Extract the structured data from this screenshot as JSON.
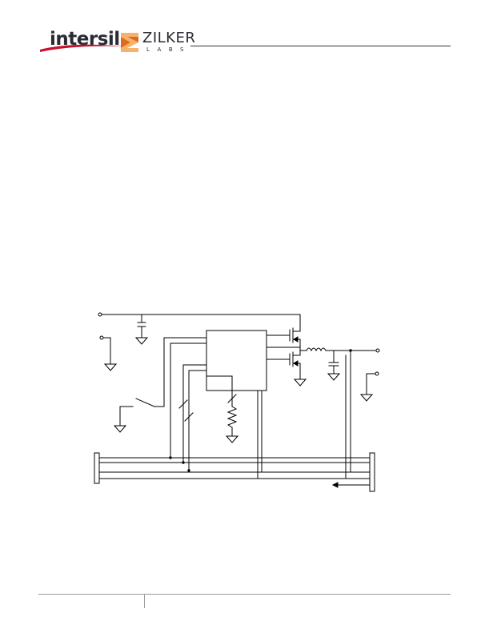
{
  "header": {
    "brand_primary": "intersil",
    "brand_secondary": "ZILKER",
    "brand_secondary_sub": "LABS",
    "colors": {
      "intersil_text": "#2b2b33",
      "intersil_swoosh": "#c8102e",
      "zilker_mark_light": "#f6b26b",
      "zilker_mark_dark": "#e06a1b",
      "rule": "#333333"
    }
  },
  "schematic": {
    "line_color": "#000000",
    "bus_bar_color": "#ffffff"
  },
  "footer": {
    "rule_color": "#999999"
  }
}
